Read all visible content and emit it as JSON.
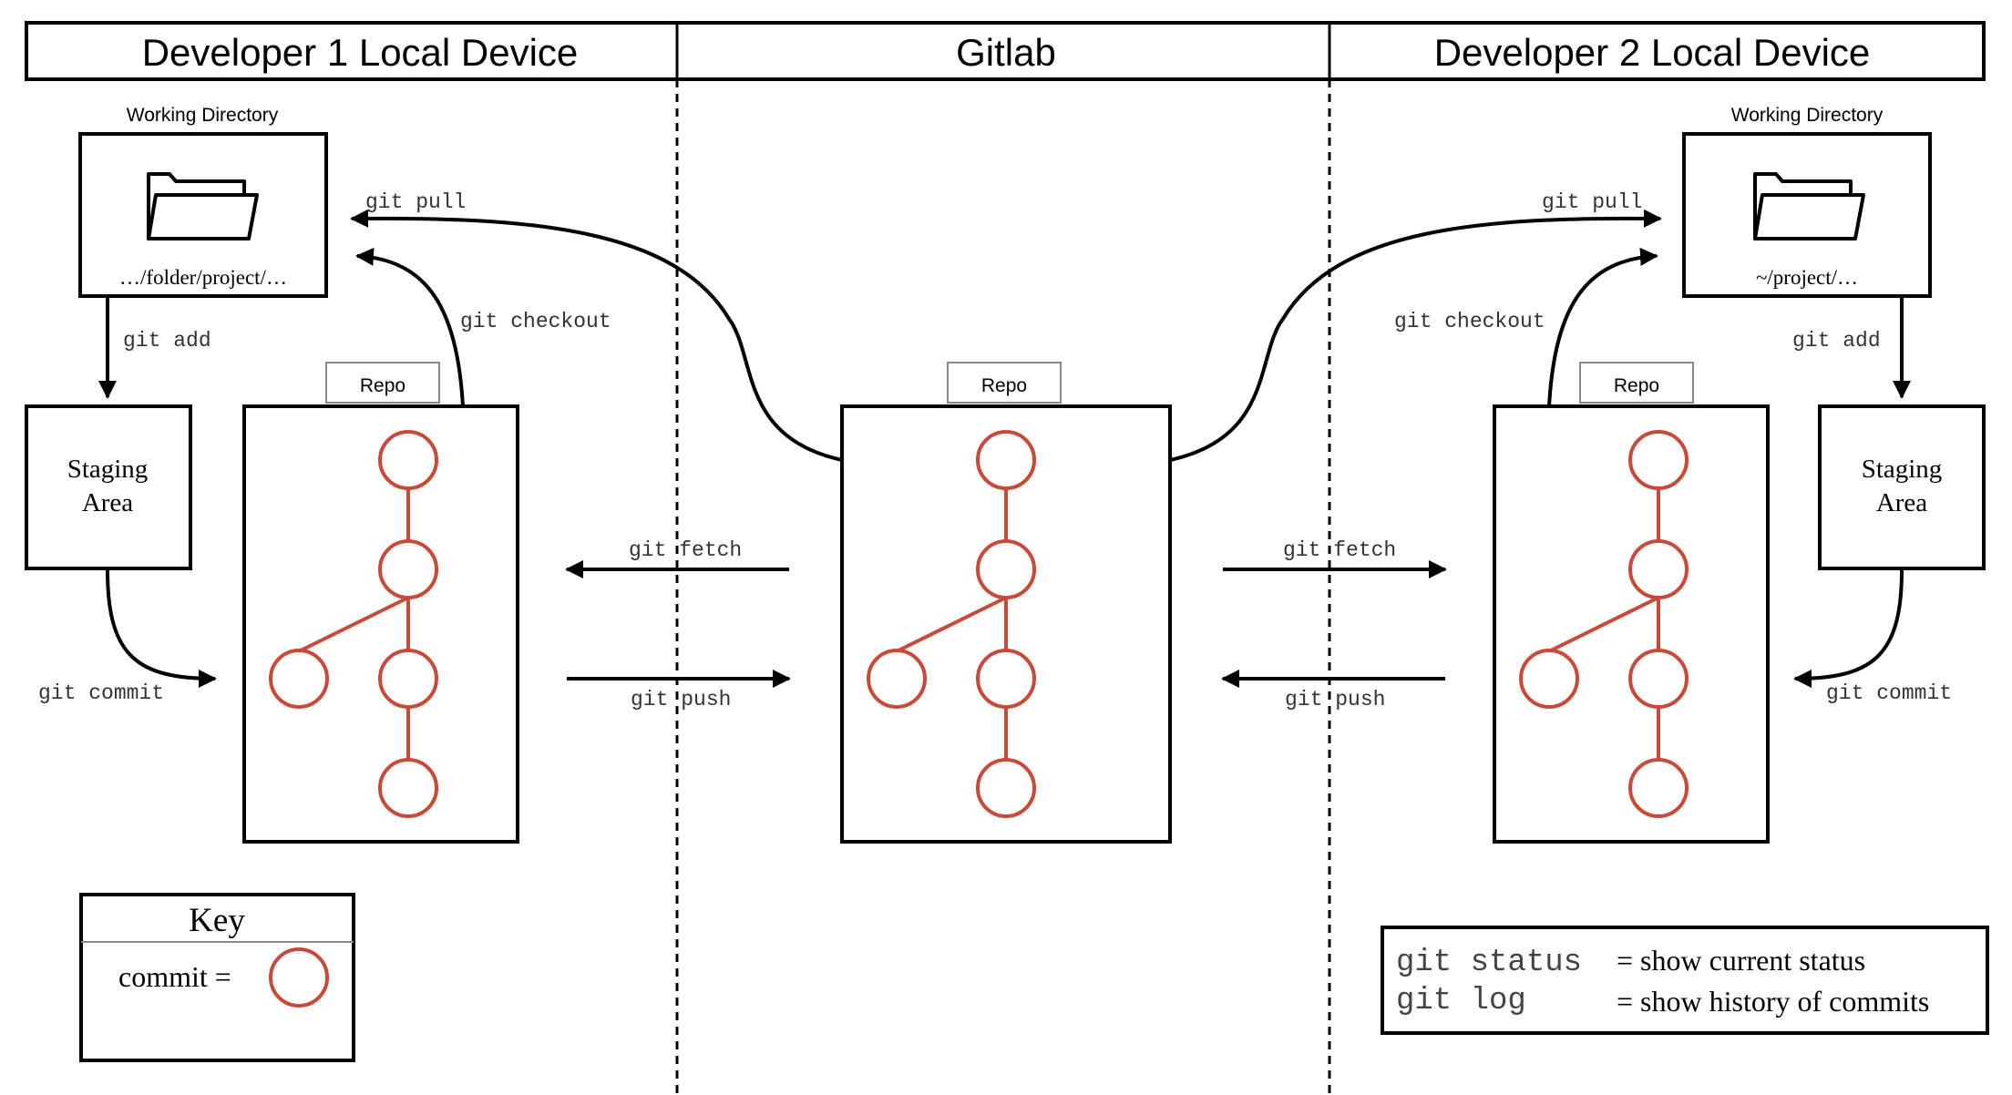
{
  "header": {
    "dev1": "Developer 1 Local Device",
    "gitlab": "Gitlab",
    "dev2": "Developer 2 Local Device"
  },
  "dev1": {
    "working_dir_label": "Working Directory",
    "path": "…/folder/project/…",
    "staging_line1": "Staging",
    "staging_line2": "Area",
    "repo_label": "Repo"
  },
  "dev2": {
    "working_dir_label": "Working Directory",
    "path": "~/project/…",
    "staging_line1": "Staging",
    "staging_line2": "Area",
    "repo_label": "Repo"
  },
  "gitlab": {
    "repo_label": "Repo"
  },
  "commands": {
    "pull_left": "git pull",
    "checkout_left": "git checkout",
    "add_left": "git add",
    "commit_left": "git commit",
    "fetch_left": "git fetch",
    "push_left": "git push",
    "pull_right": "git pull",
    "checkout_right": "git checkout",
    "add_right": "git add",
    "commit_right": "git commit",
    "fetch_right": "git fetch",
    "push_right": "git push"
  },
  "key": {
    "title": "Key",
    "commit_label": "commit ="
  },
  "legend": {
    "status_cmd": "git status",
    "status_desc": "= show current status",
    "log_cmd": "git log",
    "log_desc": "= show history of commits"
  },
  "colors": {
    "commit": "#c94a39",
    "line": "#000000"
  }
}
